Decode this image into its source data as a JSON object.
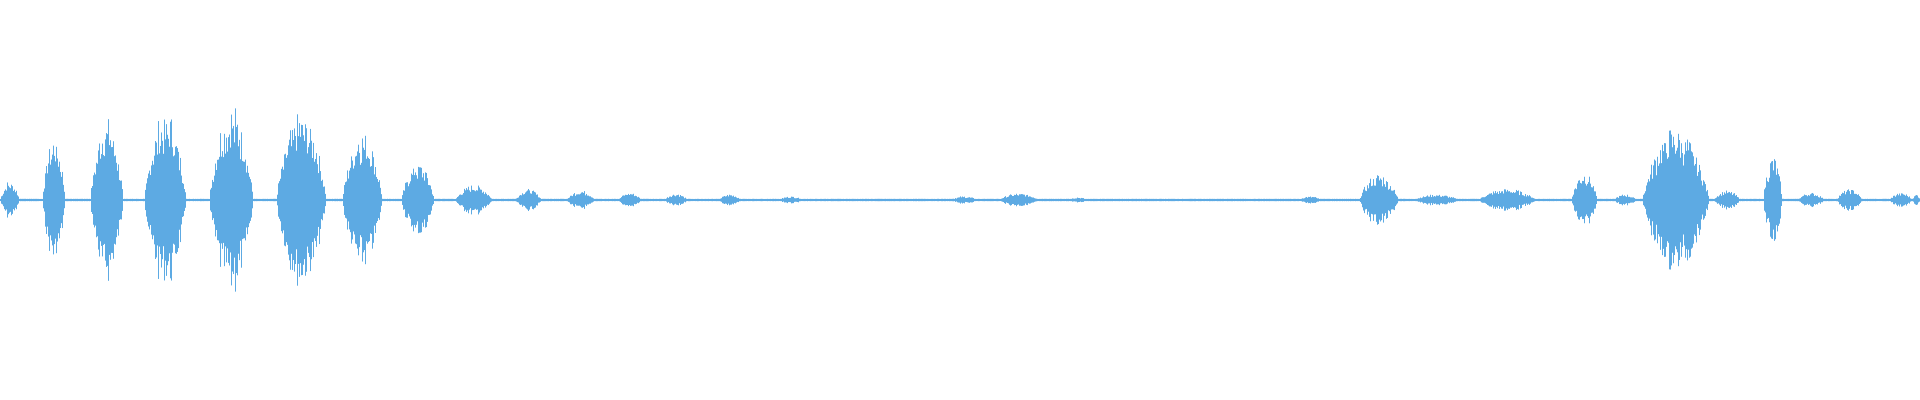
{
  "waveform": {
    "color": "#5DAAE3",
    "background": "#ffffff",
    "amplitude_scale": "normalized",
    "segments": [
      {
        "start": 0.0,
        "end": 0.01,
        "peak": 0.1
      },
      {
        "start": 0.022,
        "end": 0.034,
        "peak": 0.33
      },
      {
        "start": 0.047,
        "end": 0.064,
        "peak": 0.42
      },
      {
        "start": 0.075,
        "end": 0.097,
        "peak": 0.46
      },
      {
        "start": 0.109,
        "end": 0.132,
        "peak": 0.49
      },
      {
        "start": 0.144,
        "end": 0.17,
        "peak": 0.46
      },
      {
        "start": 0.178,
        "end": 0.199,
        "peak": 0.37
      },
      {
        "start": 0.209,
        "end": 0.226,
        "peak": 0.2
      },
      {
        "start": 0.237,
        "end": 0.256,
        "peak": 0.08
      },
      {
        "start": 0.268,
        "end": 0.282,
        "peak": 0.06
      },
      {
        "start": 0.295,
        "end": 0.31,
        "peak": 0.05
      },
      {
        "start": 0.322,
        "end": 0.334,
        "peak": 0.04
      },
      {
        "start": 0.346,
        "end": 0.358,
        "peak": 0.035
      },
      {
        "start": 0.374,
        "end": 0.386,
        "peak": 0.03
      },
      {
        "start": 0.405,
        "end": 0.418,
        "peak": 0.02
      },
      {
        "start": 0.495,
        "end": 0.509,
        "peak": 0.02
      },
      {
        "start": 0.52,
        "end": 0.541,
        "peak": 0.035
      },
      {
        "start": 0.556,
        "end": 0.566,
        "peak": 0.015
      },
      {
        "start": 0.676,
        "end": 0.688,
        "peak": 0.02
      },
      {
        "start": 0.708,
        "end": 0.728,
        "peak": 0.14
      },
      {
        "start": 0.736,
        "end": 0.76,
        "peak": 0.03
      },
      {
        "start": 0.77,
        "end": 0.8,
        "peak": 0.06
      },
      {
        "start": 0.818,
        "end": 0.832,
        "peak": 0.15
      },
      {
        "start": 0.84,
        "end": 0.852,
        "peak": 0.03
      },
      {
        "start": 0.855,
        "end": 0.89,
        "peak": 0.38
      },
      {
        "start": 0.892,
        "end": 0.906,
        "peak": 0.05
      },
      {
        "start": 0.918,
        "end": 0.928,
        "peak": 0.24
      },
      {
        "start": 0.936,
        "end": 0.95,
        "peak": 0.04
      },
      {
        "start": 0.956,
        "end": 0.97,
        "peak": 0.06
      },
      {
        "start": 0.984,
        "end": 0.996,
        "peak": 0.04
      },
      {
        "start": 0.996,
        "end": 1.0,
        "peak": 0.03
      }
    ]
  }
}
